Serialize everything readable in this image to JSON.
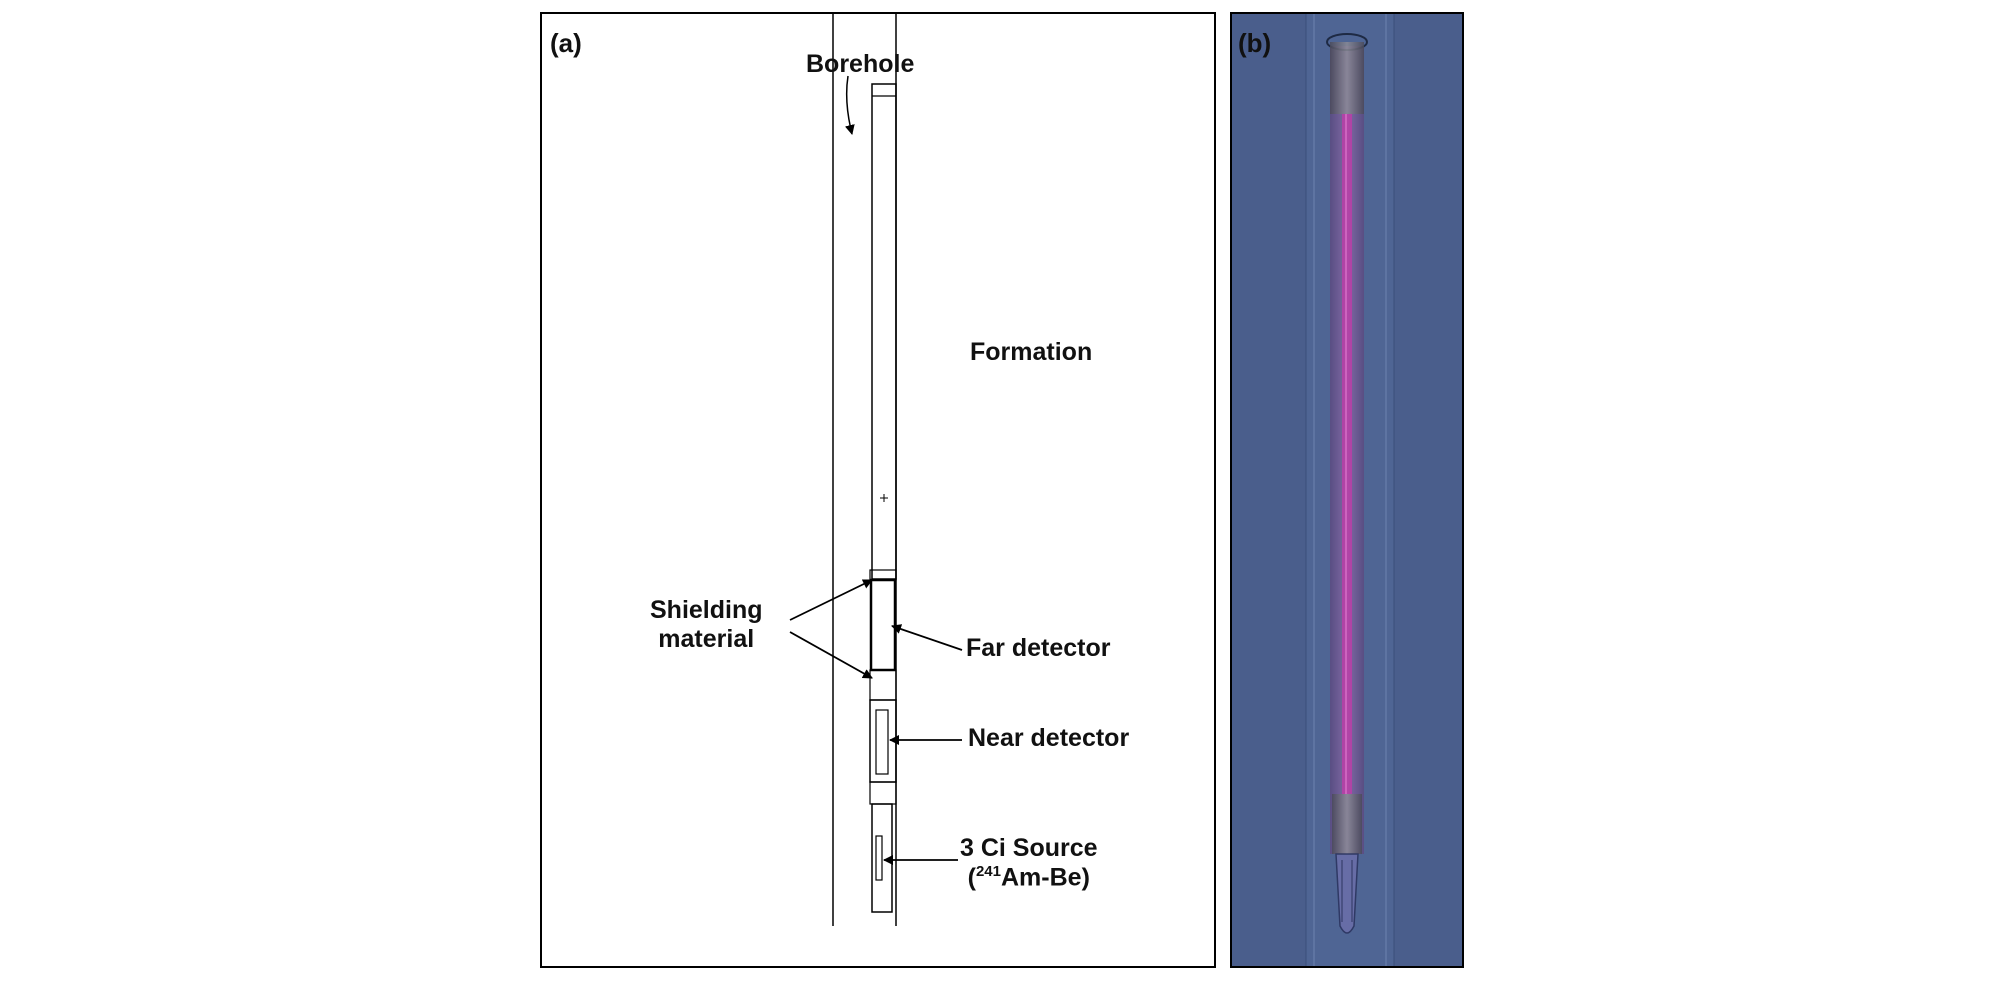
{
  "panel_a": {
    "tag": "(a)",
    "labels": {
      "borehole": "Borehole",
      "formation": "Formation",
      "shielding_line1": "Shielding",
      "shielding_line2": "material",
      "far_detector": "Far detector",
      "near_detector": "Near detector",
      "source_line1": "3 Ci Source",
      "source_iso_mass": "241",
      "source_line2_rest": "Am-Be)",
      "source_paren_open": "("
    }
  },
  "panel_b": {
    "tag": "(b)"
  },
  "colors": {
    "panel_b_background": "#4a5e8c",
    "tool_body": "#7a5a9a",
    "tool_core": "#c33aa8",
    "line": "#000000"
  }
}
